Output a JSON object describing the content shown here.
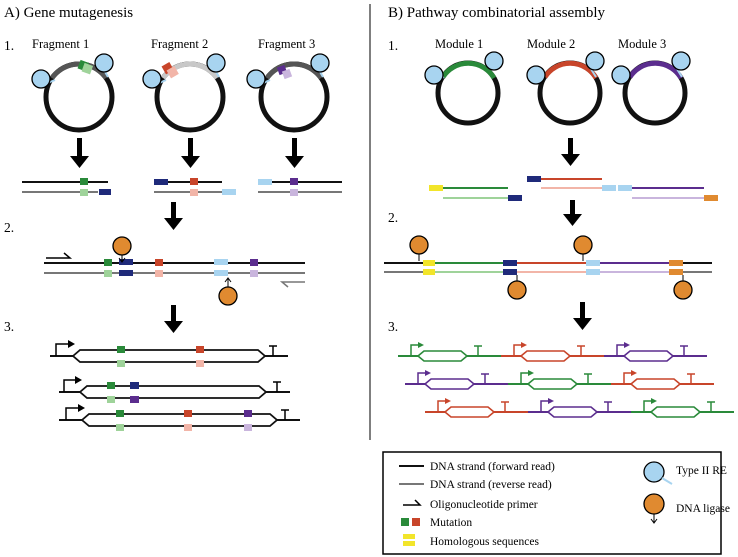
{
  "panel_a": {
    "title": "A) Gene mutagenesis",
    "step1": "1.",
    "step2": "2.",
    "step3": "3.",
    "fragments": [
      "Fragment 1",
      "Fragment 2",
      "Fragment 3"
    ]
  },
  "panel_b": {
    "title": "B) Pathway combinatorial assembly",
    "step1": "1.",
    "step2": "2.",
    "step3": "3.",
    "modules": [
      "Module 1",
      "Module 2",
      "Module 3"
    ]
  },
  "legend": {
    "forward": "DNA strand (forward read)",
    "reverse": "DNA strand (reverse read)",
    "primer": "Oligonucleotide primer",
    "mutation": "Mutation",
    "homologous": "Homologous sequences",
    "type2": "Type II RE",
    "ligase": "DNA ligase"
  },
  "colors": {
    "green": "#2a8a3a",
    "light_green": "#9fd39a",
    "red": "#c8452a",
    "pink": "#f2b5a8",
    "purple": "#5b2d8e",
    "light_purple": "#c9b5dd",
    "blue": "#a8d4f0",
    "navy": "#1f2a7a",
    "yellow": "#f2e52a",
    "orange": "#e08a30",
    "dark_gray": "#555555",
    "light_gray": "#c8c8c8"
  }
}
